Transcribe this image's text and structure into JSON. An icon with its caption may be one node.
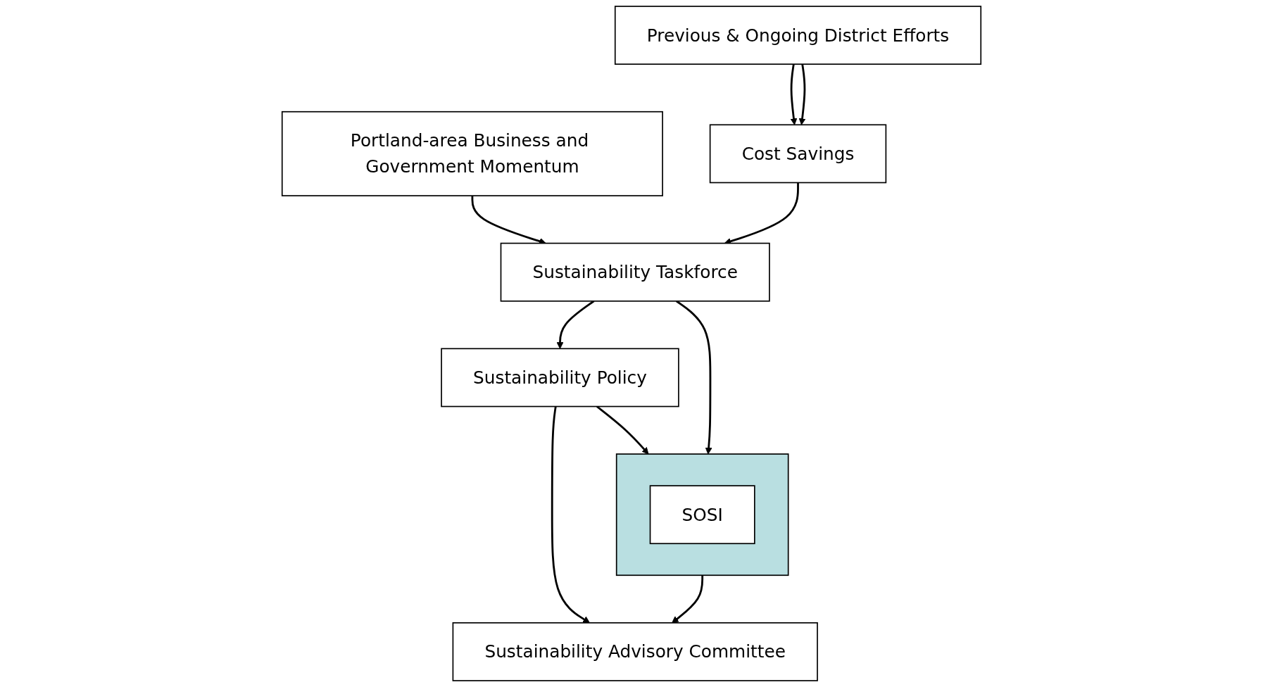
{
  "diagram": {
    "nodes": [
      {
        "text": [
          "Previous & Ongoing District Efforts"
        ]
      },
      {
        "text": [
          "Portland-area Business and Government Momentum"
        ]
      },
      {
        "text": [
          "Cost Savings"
        ]
      },
      {
        "text": [
          "Sustainability Taskforce"
        ]
      },
      {
        "text": [],
        "shape": "box"
      },
      {
        "text": [
          "SOSI"
        ],
        "in": 4
      },
      {
        "text": [
          "Sustainability Policy"
        ]
      },
      {
        "text": [
          "Sustainability Advisory Committee"
        ]
      }
    ],
    "edges": [
      {
        "from": 0,
        "to": 2,
        "arrow": "to"
      },
      {
        "from": 0,
        "to": 2,
        "arrow": "to"
      },
      {
        "from": 2,
        "to": 3,
        "arrow": "to"
      },
      {
        "from": 1,
        "to": 3,
        "arrow": "to"
      },
      {
        "from": 3,
        "to": 6,
        "arrow": "to"
      },
      {
        "from": 6,
        "to": 7,
        "arrow": "to"
      },
      {
        "from": 3,
        "to": 4,
        "arrow": "to"
      },
      {
        "from": 6,
        "to": 4,
        "arrow": "to"
      },
      {
        "from": 4,
        "to": 7,
        "arrow": "to"
      }
    ]
  }
}
